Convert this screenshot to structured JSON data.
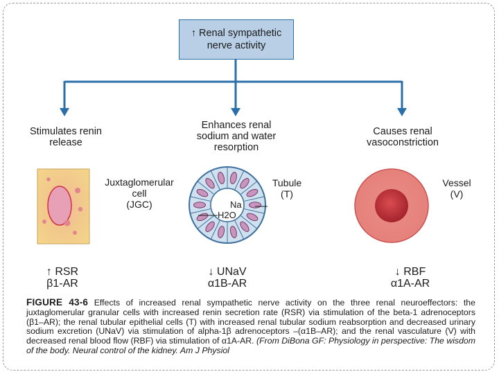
{
  "top_box": {
    "text_line1": "↑ Renal sympathetic",
    "text_line2": "nerve activity"
  },
  "columns": [
    {
      "heading_line1": "Stimulates renin",
      "heading_line2": "release",
      "heading_line3": "",
      "cell_line1": "Juxtaglomerular",
      "cell_line2": "cell",
      "cell_line3": "(JGC)",
      "effect_line1": "↑ RSR",
      "effect_line2": "β1-AR"
    },
    {
      "heading_line1": "Enhances renal",
      "heading_line2": "sodium and water",
      "heading_line3": "resorption",
      "cell_line1": "Tubule",
      "cell_line2": "(T)",
      "inner_na": "Na",
      "inner_h2o": "H2O",
      "effect_line1": "↓ UNaV",
      "effect_line2": "α1B-AR"
    },
    {
      "heading_line1": "Causes renal",
      "heading_line2": "vasoconstriction",
      "heading_line3": "",
      "cell_line1": "Vessel",
      "cell_line2": "(V)",
      "effect_line1": "↓ RBF",
      "effect_line2": "α1A-AR"
    }
  ],
  "caption": {
    "figure_label": "FIGURE 43-6",
    "text": "Effects of increased renal sympathetic nerve activity on the three renal neuroeffectors: the juxtaglomerular granular cells with increased renin secretion rate (RSR) via stimulation of the beta-1 adrenoceptors (β1–AR); the renal tubular epithelial cells (T) with increased renal tubular sodium reabsorption and decreased urinary sodium excretion (UNaV) via stimulation of alpha-1β adrenoceptors –(α1B–AR); and the renal vasculature (V) with decreased renal blood flow (RBF) via stimulation of α1A-AR.",
    "citation": "(From DiBona GF: Physiology in perspective: The wisdom of the body. Neural control of the kidney. Am J Physiol"
  },
  "colors": {
    "arrow": "#2a6fa8",
    "box_fill": "#b8cfe6",
    "jgc_fill": "#f3cf84",
    "jgc_nucleus": "#e38fa6",
    "tubule_ring": "#a9c3dc",
    "tubule_cell": "#c994bd",
    "vessel_outer": "#e8837e",
    "vessel_inner": "#b8323a"
  }
}
